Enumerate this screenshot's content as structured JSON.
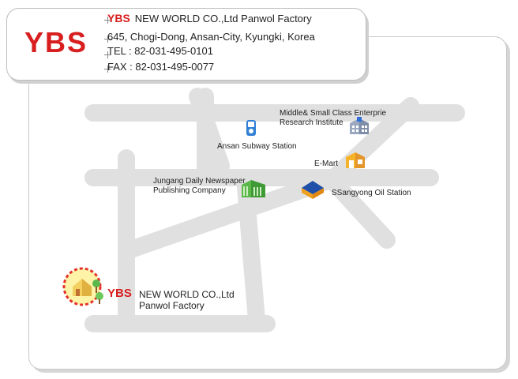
{
  "header": {
    "logo_text": "YBS",
    "brand": "YBS",
    "company": "NEW WORLD CO.,Ltd Panwol Factory",
    "address": "645, Chogi-Dong, Ansan-City, Kyungki, Korea",
    "tel": "TEL : 82-031-495-0101",
    "fax": "FAX : 82-031-495-0077"
  },
  "landmarks": {
    "research_line1": "Middle& Small Class Enterprie",
    "research_line2": "Research Institute",
    "subway": "Ansan Subway Station",
    "emart": "E-Mart",
    "newspaper_line1": "Jungang Daily Newspaper",
    "newspaper_line2": "Publishing Company",
    "oil": "SSangyong Oil Station",
    "factory_brand": "YBS",
    "factory_line1": "NEW WORLD CO.,Ltd",
    "factory_line2": "Panwol Factory"
  },
  "colors": {
    "brand_red": "#d81e1e",
    "road": "#e0e0e0"
  },
  "icons": [
    "subway-icon",
    "office-building-icon",
    "store-icon",
    "green-building-icon",
    "gas-station-icon",
    "factory-location-icon"
  ]
}
